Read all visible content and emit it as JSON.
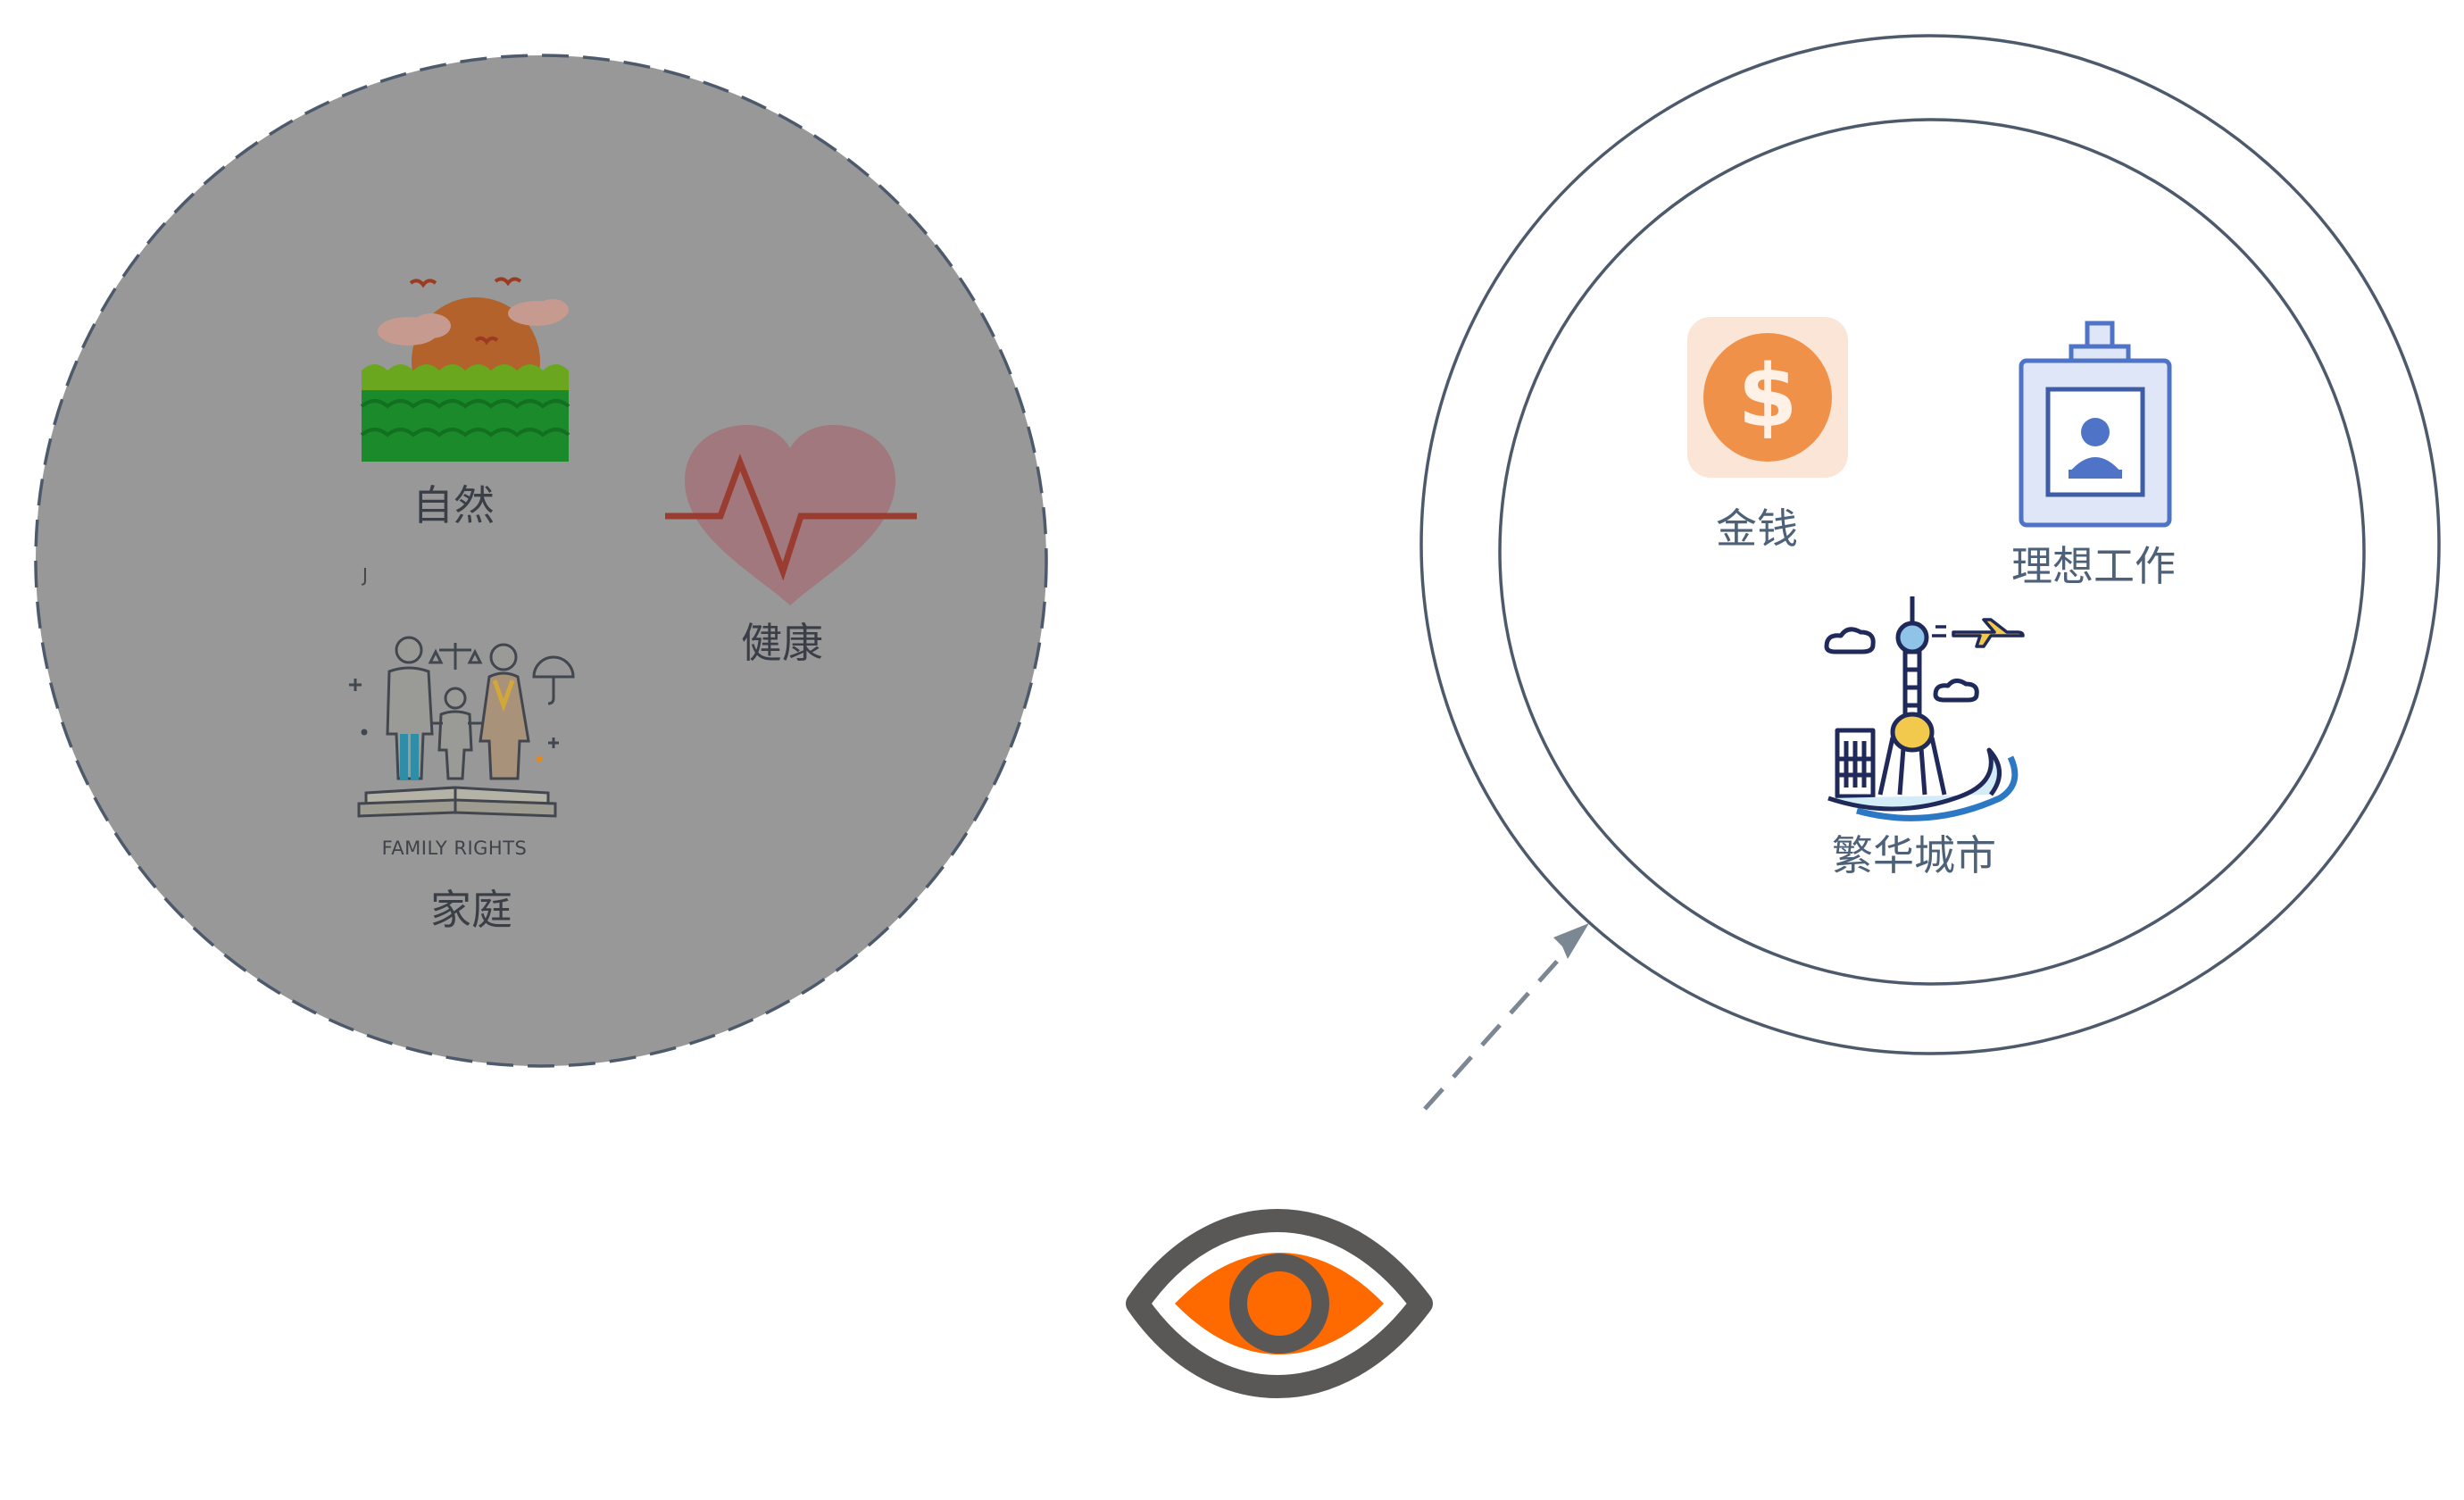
{
  "left_group": {
    "nature_label": "自然",
    "health_label": "健康",
    "family_label": "家庭",
    "family_caption": "FAMILY RIGHTS",
    "stray_mark": "J"
  },
  "right_group": {
    "money_label": "金钱",
    "job_label": "理想工作",
    "city_label": "繁华城市"
  },
  "colors": {
    "left_circle_fill": "#979897",
    "circle_stroke": "#4d5a6c",
    "eye_orange": "#ff6a00",
    "eye_gray": "#5a5856",
    "money_orange": "#f0914a",
    "job_blue": "#4f74c7",
    "city_navy": "#1f2a5a",
    "arrow_gray": "#7c8794"
  }
}
